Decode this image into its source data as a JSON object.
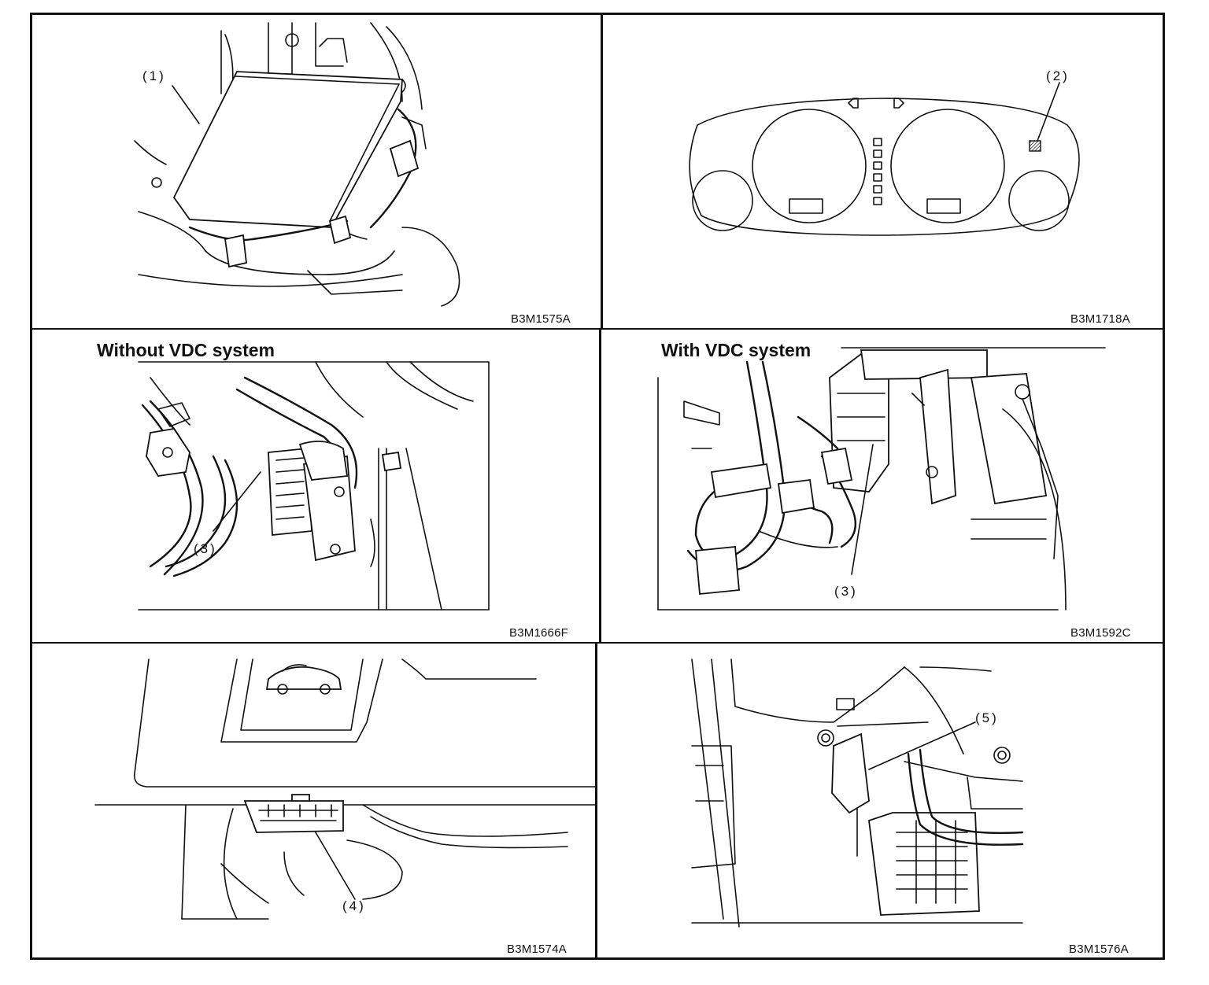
{
  "panels": [
    {
      "id": "ecm",
      "code": "B3M1575A",
      "callout": "(1)"
    },
    {
      "id": "combination-meter",
      "code": "B3M1718A",
      "callout": "(2)"
    },
    {
      "id": "without-vdc",
      "heading": "Without VDC system",
      "code": "B3M1666F",
      "callout": "(3)"
    },
    {
      "id": "with-vdc",
      "heading": "With VDC system",
      "code": "B3M1592C",
      "callout": "(3)"
    },
    {
      "id": "data-link-connector",
      "code": "B3M1574A",
      "callout": "(4)"
    },
    {
      "id": "connector-panel",
      "code": "B3M1576A",
      "callout": "(5)"
    }
  ],
  "colors": {
    "line": "#111111",
    "background": "#ffffff"
  }
}
